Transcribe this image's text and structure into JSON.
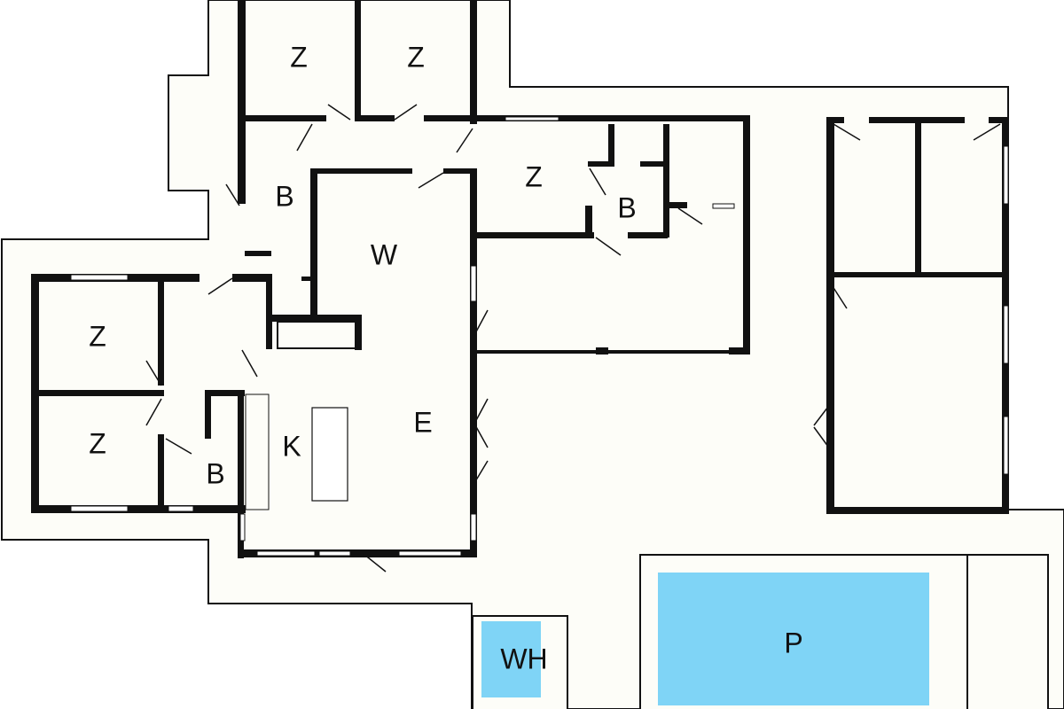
{
  "colors": {
    "background": "#ffffff",
    "floor": "#fdfdf8",
    "water": "#7fd4f6",
    "wall": "#111111"
  },
  "rooms": {
    "bedroom_top_left": "Z",
    "bedroom_top_right": "Z",
    "bedroom_middle": "Z",
    "bedroom_left_upper": "Z",
    "bedroom_left_lower": "Z",
    "bathroom_upper": "B",
    "bathroom_middle": "B",
    "bathroom_lower": "B",
    "living_room": "W",
    "dining": "E",
    "kitchen": "K",
    "whirlpool": "WH",
    "pool": "P"
  }
}
